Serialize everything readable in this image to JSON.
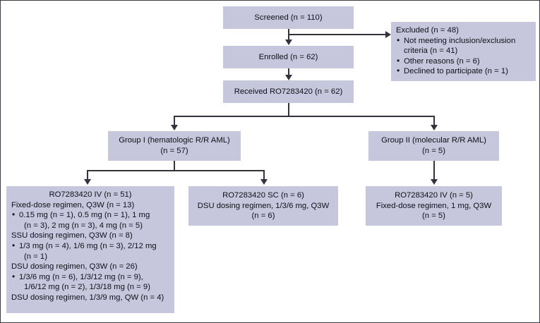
{
  "diagram": {
    "title": "CONSORT-style patient disposition flow diagram",
    "box_fill": "#c6c6dd",
    "line_color": "#33333d",
    "nodes": {
      "screened": {
        "lines": [
          "Screened (n = 110)"
        ]
      },
      "enrolled": {
        "lines": [
          "Enrolled (n = 62)"
        ]
      },
      "received": {
        "lines": [
          "Received RO7283420 (n = 62)"
        ]
      },
      "excluded": {
        "heading": "Excluded (n = 48)",
        "items": [
          "Not meeting inclusion/exclusion criteria (n = 41)",
          "Other reasons (n = 6)",
          "Declined to participate (n = 1)"
        ]
      },
      "group_i": {
        "lines": [
          "Group I (hematologic R/R AML)",
          "(n = 57)"
        ]
      },
      "group_ii": {
        "lines": [
          "Group II (molecular R/R AML)",
          "(n = 5)"
        ]
      },
      "iv_51": {
        "title": "RO7283420 IV (n = 51)",
        "blocks": [
          {
            "label": "Fixed-dose regimen, Q3W (n = 13)",
            "detail_line_1": "0.15 mg (n = 1), 0.5 mg (n = 1), 1 mg",
            "detail_line_2": "(n = 3), 2 mg (n = 3), 4 mg (n = 5)"
          },
          {
            "label": "SSU dosing regimen, Q3W (n = 8)",
            "detail_line_1": "1/3 mg (n = 4), 1/6 mg (n = 3), 2/12 mg",
            "detail_line_2": "(n = 1)"
          },
          {
            "label": "DSU dosing regimen, Q3W (n = 26)",
            "detail_line_1": "1/3/6 mg (n = 6), 1/3/12 mg (n = 9),",
            "detail_line_2": "1/6/12 mg (n = 2), 1/3/18 mg (n = 9)"
          }
        ],
        "footer": "DSU dosing regimen, 1/3/9 mg, QW (n = 4)"
      },
      "sc_6": {
        "lines": [
          "RO7283420 SC (n = 6)",
          "DSU dosing regimen, 1/3/6 mg, Q3W",
          "(n = 6)"
        ]
      },
      "iv_5": {
        "lines": [
          "RO7283420 IV (n = 5)",
          "Fixed-dose regimen, 1 mg, Q3W",
          "(n = 5)"
        ]
      }
    },
    "bullet_glyph": "•"
  }
}
